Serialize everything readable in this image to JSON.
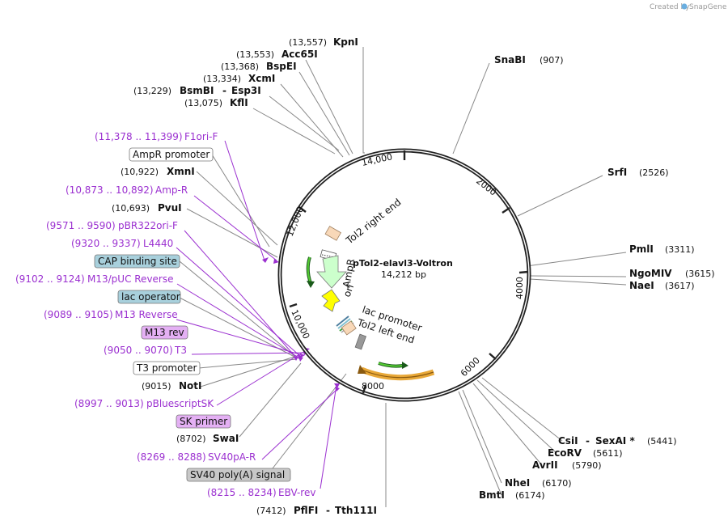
{
  "credit": {
    "prefix": "Created by",
    "brand": "SnapGene"
  },
  "plasmid": {
    "name": "pTol2-elavl3-Voltron",
    "length": "14,212 bp"
  },
  "ticks": [
    "14,000",
    "2000",
    "4000",
    "6000",
    "8000",
    "10,000",
    "12,000"
  ],
  "enzymes": [
    {
      "pos": "(13,557)",
      "name": "KpnI"
    },
    {
      "pos": "(13,553)",
      "name": "Acc65I"
    },
    {
      "pos": "(13,368)",
      "name": "BspEI"
    },
    {
      "pos": "(13,334)",
      "name": "XcmI"
    },
    {
      "pos": "(13,229)",
      "name": "BsmBI",
      "name2": "Esp3I"
    },
    {
      "pos": "(13,075)",
      "name": "KflI"
    },
    {
      "pos": "(10,922)",
      "name": "XmnI"
    },
    {
      "pos": "(10,693)",
      "name": "PvuI"
    },
    {
      "pos": "(9015)",
      "name": "NotI"
    },
    {
      "pos": "(8702)",
      "name": "SwaI"
    },
    {
      "pos": "(7412)",
      "name": "PflFI",
      "name2": "Tth111I"
    },
    {
      "pos": "(907)",
      "name": "SnaBI"
    },
    {
      "pos": "(2526)",
      "name": "SrfI"
    },
    {
      "pos": "(3311)",
      "name": "PmlI"
    },
    {
      "pos": "(3615)",
      "name": "NgoMIV"
    },
    {
      "pos": "(3617)",
      "name": "NaeI"
    },
    {
      "pos": "(5441)",
      "name": "CsiI",
      "name2": "SexAI *"
    },
    {
      "pos": "(5611)",
      "name": "EcoRV"
    },
    {
      "pos": "(5790)",
      "name": "AvrII"
    },
    {
      "pos": "(6170)",
      "name": "NheI"
    },
    {
      "pos": "(6174)",
      "name": "BmtI"
    }
  ],
  "primers": [
    {
      "range": "(11,378 .. 11,399)",
      "name": "F1ori-F"
    },
    {
      "range": "(10,873 .. 10,892)",
      "name": "Amp-R"
    },
    {
      "range": "(9571 .. 9590)",
      "name": "pBR322ori-F"
    },
    {
      "range": "(9320 .. 9337)",
      "name": "L4440"
    },
    {
      "range": "(9102 .. 9124)",
      "name": "M13/pUC Reverse"
    },
    {
      "range": "(9089 .. 9105)",
      "name": "M13 Reverse"
    },
    {
      "range": "(9050 .. 9070)",
      "name": "T3"
    },
    {
      "range": "(8997 .. 9013)",
      "name": "pBluescriptSK"
    },
    {
      "range": "(8269 .. 8288)",
      "name": "SV40pA-R"
    },
    {
      "range": "(8215 .. 8234)",
      "name": "EBV-rev"
    }
  ],
  "boxed_features": [
    {
      "label": "AmpR promoter",
      "color": "#ffffff"
    },
    {
      "label": "CAP binding site",
      "color": "#a8d0dc"
    },
    {
      "label": "lac operator",
      "color": "#a8d0dc"
    },
    {
      "label": "M13 rev",
      "color": "#e4b0f4"
    },
    {
      "label": "T3 promoter",
      "color": "#ffffff"
    },
    {
      "label": "SK primer",
      "color": "#e4b0f4"
    },
    {
      "label": "SV40 poly(A) signal",
      "color": "#c8c8c8"
    }
  ],
  "inner_labels": {
    "tol2_right": "Tol2 right end",
    "ampr": "AmpR",
    "ori": "ori",
    "lac_promoter": "lac promoter",
    "tol2_left": "Tol2 left end"
  },
  "colors": {
    "primer": "#9b30d0",
    "ampr_arrow": "#ccffcc",
    "ori_arrow": "#ffff00",
    "tol2": "#f8d8b8",
    "orange_feature": "#e8a838",
    "green_feature": "#44bb22",
    "backbone": "#222222"
  }
}
